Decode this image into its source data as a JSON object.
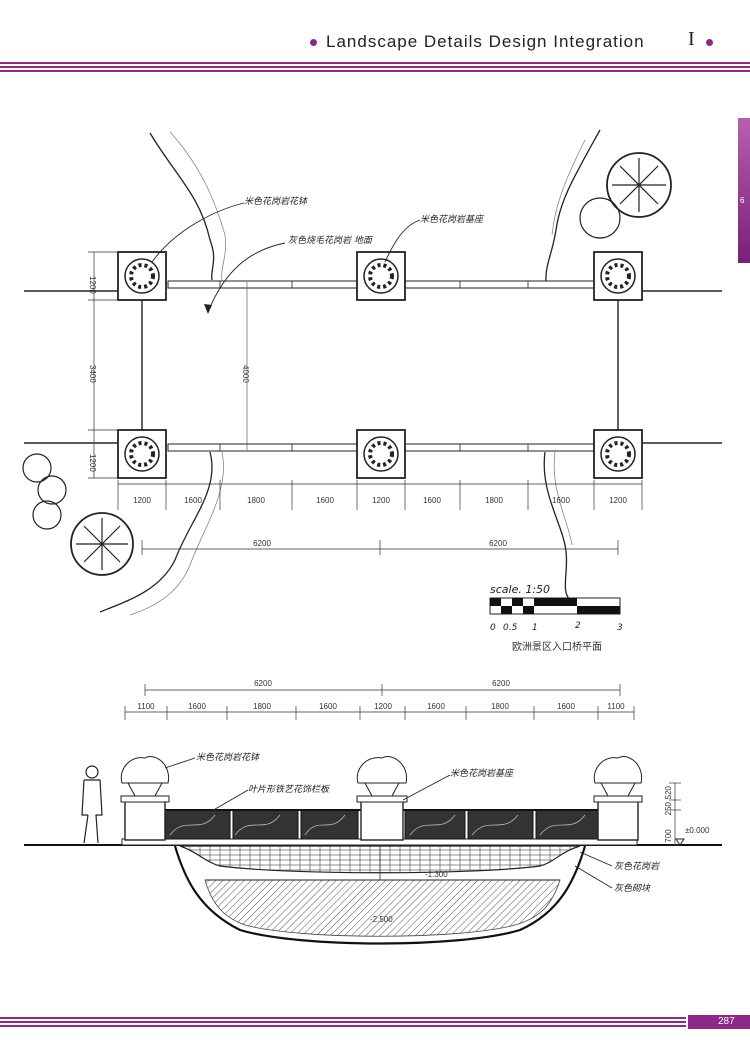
{
  "header": {
    "title": "Landscape Details Design Integration",
    "roman": "I"
  },
  "side_tab": {
    "label": "6"
  },
  "footer": {
    "page_number": "287"
  },
  "plan": {
    "labels": {
      "flower_bowl": "米色花岗岩花钵",
      "pedestal": "米色花岗岩基座",
      "deck": "灰色烧毛花岗岩\n地面"
    },
    "dims_h_top": [
      "1200",
      "1600",
      "1800",
      "1600",
      "1200",
      "1600",
      "1800",
      "1600",
      "1200"
    ],
    "dims_h_total": [
      "6200",
      "6200"
    ],
    "dims_v": [
      "1200",
      "3400",
      "1200"
    ],
    "dim_v_inner": "4000",
    "scale_label": "scale. 1:50",
    "scale_ticks": [
      "0",
      "0.5",
      "1",
      "2",
      "3"
    ],
    "caption": "欧洲景区入口桥平面"
  },
  "elevation": {
    "dims_h_total": [
      "6200",
      "6200"
    ],
    "dims_h": [
      "1100",
      "1600",
      "1800",
      "1600",
      "1200",
      "1600",
      "1800",
      "1600",
      "1100"
    ],
    "dims_v": [
      "520",
      "250",
      "700"
    ],
    "level_zero": "±0.000",
    "level_water": "-1.300",
    "level_bottom": "-2.500",
    "labels": {
      "flower_bowl": "米色花岗岩花钵",
      "railing": "叶片形铁艺花饰栏板",
      "pedestal": "米色花岗岩基座",
      "arch": "灰色花岗岩",
      "block": "灰色砌块"
    }
  }
}
